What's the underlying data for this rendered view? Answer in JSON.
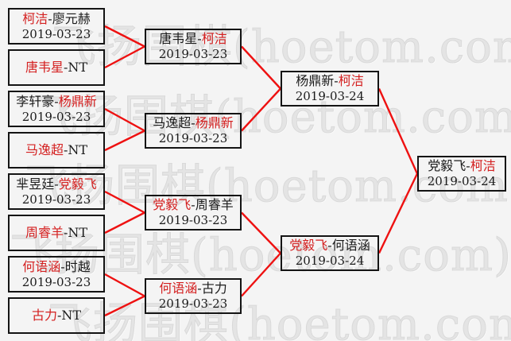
{
  "watermark": {
    "text": "飞扬围棋(hoetom.com)"
  },
  "colors": {
    "background": "#f4f4f4",
    "watermark": "#e4e4e4",
    "border": "#141414",
    "text": "#1b1b1b",
    "winner": "#d42020",
    "line": "#ee1111"
  },
  "bracket": {
    "r1": [
      {
        "pre": "",
        "win": "柯洁",
        "post": "-廖元赫",
        "date": "2019-03-23"
      },
      {
        "pre": "",
        "win": "唐韦星",
        "post": "-NT",
        "date": ""
      },
      {
        "pre": "李轩豪-",
        "win": "杨鼎新",
        "post": "",
        "date": "2019-03-23"
      },
      {
        "pre": "",
        "win": "马逸超",
        "post": "-NT",
        "date": ""
      },
      {
        "pre": "芈昱廷-",
        "win": "党毅飞",
        "post": "",
        "date": "2019-03-23"
      },
      {
        "pre": "",
        "win": "周睿羊",
        "post": "-NT",
        "date": ""
      },
      {
        "pre": "",
        "win": "何语涵",
        "post": "-时越",
        "date": "2019-03-23"
      },
      {
        "pre": "",
        "win": "古力",
        "post": "-NT",
        "date": ""
      }
    ],
    "r2": [
      {
        "pre": "唐韦星-",
        "win": "柯洁",
        "post": "",
        "date": "2019-03-23"
      },
      {
        "pre": "马逸超-",
        "win": "杨鼎新",
        "post": "",
        "date": "2019-03-23"
      },
      {
        "pre": "",
        "win": "党毅飞",
        "post": "-周睿羊",
        "date": "2019-03-23"
      },
      {
        "pre": "",
        "win": "何语涵",
        "post": "-古力",
        "date": "2019-03-23"
      }
    ],
    "sf": [
      {
        "pre": "杨鼎新-",
        "win": "柯洁",
        "post": "",
        "date": "2019-03-24"
      },
      {
        "pre": "",
        "win": "党毅飞",
        "post": "-何语涵",
        "date": "2019-03-24"
      }
    ],
    "f": [
      {
        "pre": "党毅飞-",
        "win": "柯洁",
        "post": "",
        "date": "2019-03-24"
      }
    ]
  }
}
